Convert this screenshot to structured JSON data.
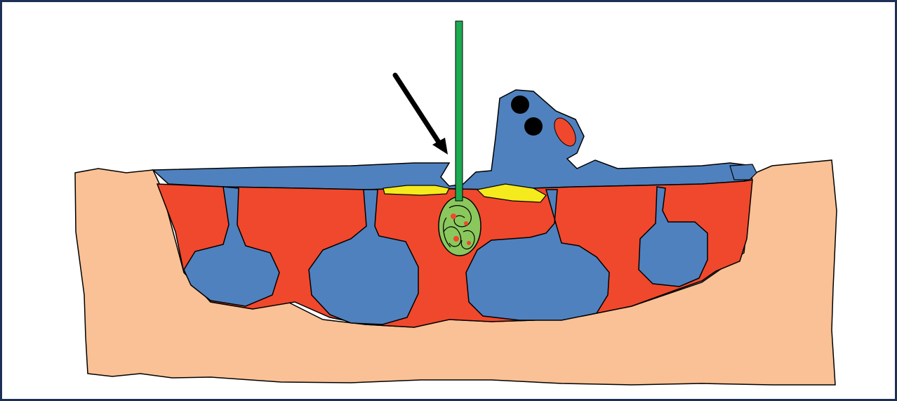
{
  "diagram": {
    "text_labels": [],
    "colors": {
      "frame_border": "#1c2f57",
      "skin_tissue": "#f9c195",
      "blue_tissue": "#4f81be",
      "red_tissue": "#f0482c",
      "yellow_tissue": "#f4ea1d",
      "needle": "#1eaa52",
      "lesion_fill": "#8ac85d",
      "arrow": "#000000",
      "outline": "#000000",
      "dark_spot": "#000000",
      "small_red_oval": "#f0482c"
    },
    "icons": {
      "arrow": "arrow-pointing-down-right",
      "needle": "vertical-needle",
      "lesion": "oval-lesion-with-scribbles",
      "dots": "two-black-dots"
    }
  }
}
